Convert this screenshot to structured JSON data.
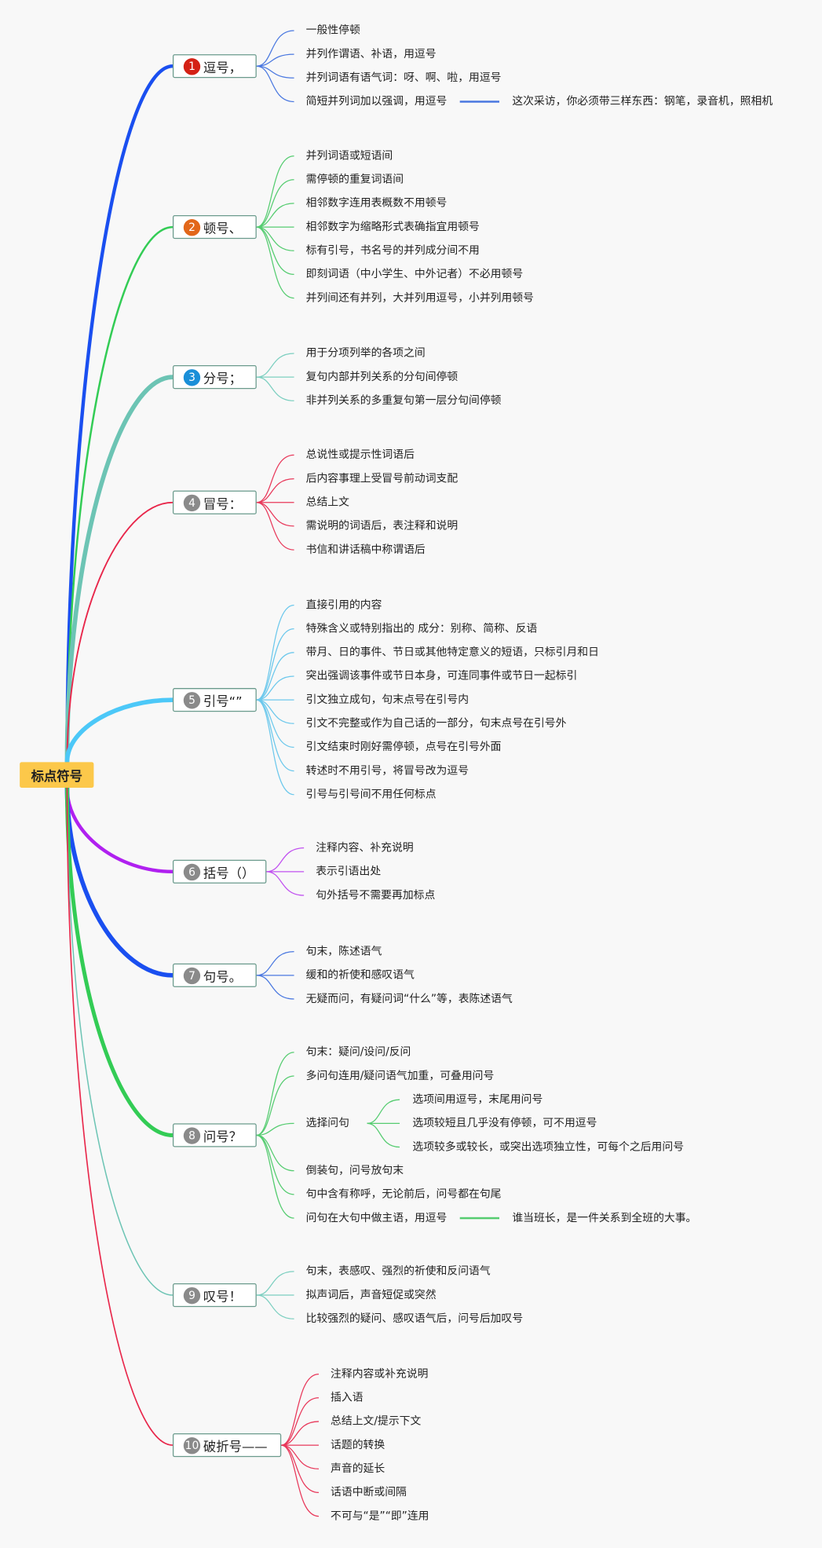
{
  "root": {
    "label": "标点符号"
  },
  "branches": [
    {
      "num": "1",
      "label": "逗号，",
      "badge_color": "#d42115",
      "color": "#1a4ff0",
      "child_color": "#4a78e0",
      "children": [
        {
          "text": "一般性停顿"
        },
        {
          "text": "并列作谓语、补语，用逗号"
        },
        {
          "text": "并列词语有语气词：呀、啊、啦，用逗号"
        },
        {
          "text": "简短并列词加以强调，用逗号",
          "extra": "这次采访，你必须带三样东西：钢笔，录音机，照相机"
        }
      ]
    },
    {
      "num": "2",
      "label": "顿号、",
      "badge_color": "#e2671a",
      "color": "#33cc55",
      "child_color": "#55cc70",
      "children": [
        {
          "text": "并列词语或短语间"
        },
        {
          "text": "需停顿的重复词语间"
        },
        {
          "text": "相邻数字连用表概数不用顿号"
        },
        {
          "text": "相邻数字为缩略形式表确指宜用顿号"
        },
        {
          "text": "标有引号，书名号的并列成分间不用"
        },
        {
          "text": "即刻词语（中小学生、中外记者）不必用顿号"
        },
        {
          "text": "并列间还有并列，大并列用逗号，小并列用顿号"
        }
      ]
    },
    {
      "num": "3",
      "label": "分号；",
      "badge_color": "#1a8fd8",
      "color": "#6cc4b4",
      "child_color": "#7ccfc0",
      "children": [
        {
          "text": "用于分项列举的各项之间"
        },
        {
          "text": "复句内部并列关系的分句间停顿"
        },
        {
          "text": "非并列关系的多重复句第一层分句间停顿"
        }
      ]
    },
    {
      "num": "4",
      "label": "冒号：",
      "badge_color": "#8a8a8a",
      "color": "#e8264a",
      "child_color": "#e8385a",
      "children": [
        {
          "text": "总说性或提示性词语后"
        },
        {
          "text": "后内容事理上受冒号前动词支配"
        },
        {
          "text": "总结上文"
        },
        {
          "text": "需说明的词语后，表注释和说明"
        },
        {
          "text": "书信和讲话稿中称谓语后"
        }
      ]
    },
    {
      "num": "5",
      "label": "引号“”",
      "badge_color": "#8a8a8a",
      "color": "#4cc8f8",
      "child_color": "#6cc8ec",
      "children": [
        {
          "text": "直接引用的内容"
        },
        {
          "text": "特殊含义或特别指出的 成分：别称、简称、反语"
        },
        {
          "text": "带月、日的事件、节日或其他特定意义的短语，只标引月和日"
        },
        {
          "text": "突出强调该事件或节日本身，可连同事件或节日一起标引"
        },
        {
          "text": "引文独立成句，句末点号在引号内"
        },
        {
          "text": "引文不完整或作为自己话的一部分，句末点号在引号外"
        },
        {
          "text": "引文结束时刚好需停顿，点号在引号外面"
        },
        {
          "text": "转述时不用引号，将冒号改为逗号"
        },
        {
          "text": "引号与引号间不用任何标点"
        }
      ]
    },
    {
      "num": "6",
      "label": "括号（）",
      "badge_color": "#8a8a8a",
      "color": "#b020f0",
      "child_color": "#c050f0",
      "children": [
        {
          "text": "注释内容、补充说明"
        },
        {
          "text": "表示引语出处"
        },
        {
          "text": "句外括号不需要再加标点"
        }
      ]
    },
    {
      "num": "7",
      "label": "句号。",
      "badge_color": "#8a8a8a",
      "color": "#1a4ff0",
      "child_color": "#4a78e0",
      "children": [
        {
          "text": "句末，陈述语气"
        },
        {
          "text": "缓和的祈使和感叹语气"
        },
        {
          "text": "无疑而问，有疑问词“什么”等，表陈述语气"
        }
      ]
    },
    {
      "num": "8",
      "label": "问号？",
      "badge_color": "#8a8a8a",
      "color": "#33cc55",
      "child_color": "#55cc70",
      "children": [
        {
          "text": "句末：疑问/设问/反问"
        },
        {
          "text": "多问句连用/疑问语气加重，可叠用问号"
        },
        {
          "text": "选择问句",
          "children": [
            "选项间用逗号，末尾用问号",
            "选项较短且几乎没有停顿，可不用逗号",
            "选项较多或较长，或突出选项独立性，可每个之后用问号"
          ]
        },
        {
          "text": "倒装句，问号放句末"
        },
        {
          "text": "句中含有称呼，无论前后，问号都在句尾"
        },
        {
          "text": "问句在大句中做主语，用逗号",
          "extra": "谁当班长，是一件关系到全班的大事。"
        }
      ]
    },
    {
      "num": "9",
      "label": "叹号！",
      "badge_color": "#8a8a8a",
      "color": "#6cc4b4",
      "child_color": "#7ccfc0",
      "children": [
        {
          "text": "句末，表感叹、强烈的祈使和反问语气"
        },
        {
          "text": "拟声词后，声音短促或突然"
        },
        {
          "text": "比较强烈的疑问、感叹语气后，问号后加叹号"
        }
      ]
    },
    {
      "num": "10",
      "label": "破折号——",
      "badge_color": "#8a8a8a",
      "color": "#e8264a",
      "child_color": "#e8385a",
      "children": [
        {
          "text": "注释内容或补充说明"
        },
        {
          "text": "插入语"
        },
        {
          "text": "总结上文/提示下文"
        },
        {
          "text": "话题的转换"
        },
        {
          "text": "声音的延长"
        },
        {
          "text": "话语中断或间隔"
        },
        {
          "text": "不可与“是”“即”连用"
        }
      ]
    }
  ]
}
